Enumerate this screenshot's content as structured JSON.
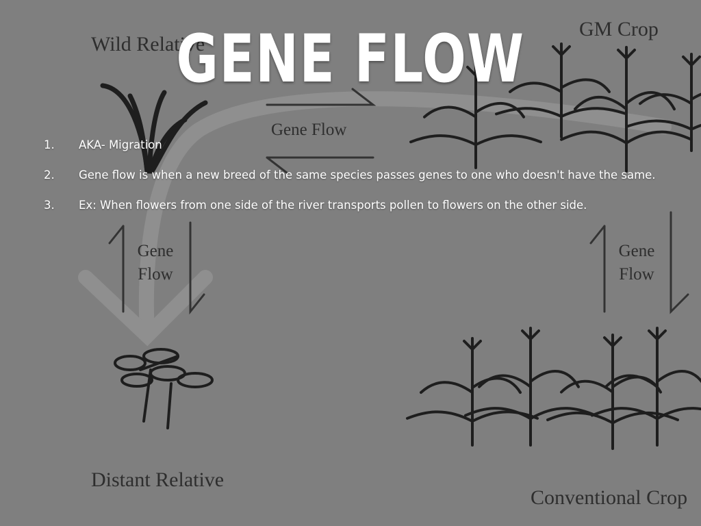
{
  "slide": {
    "title": "GENE FLOW",
    "bullets": [
      {
        "number": "1.",
        "text": "AKA- Migration"
      },
      {
        "number": "2.",
        "text": "Gene flow is when a new breed of the same species passes genes to one who doesn't have the same."
      },
      {
        "number": "3.",
        "text": "Ex: When flowers from one side of the river transports pollen to flowers on the other side."
      }
    ]
  },
  "diagram": {
    "wild_relative": "Wild Relative",
    "gm_crop": "GM Crop",
    "distant_relative": "Distant Relative",
    "conventional_crop": "Conventional Crop",
    "gene_flow_top": "Gene Flow",
    "gene_flow_left": "Gene Flow",
    "gene_flow_right": "Gene Flow"
  },
  "colors": {
    "background": "#7f7f7f",
    "text": "#ffffff",
    "ink": "#1e1e1e"
  }
}
